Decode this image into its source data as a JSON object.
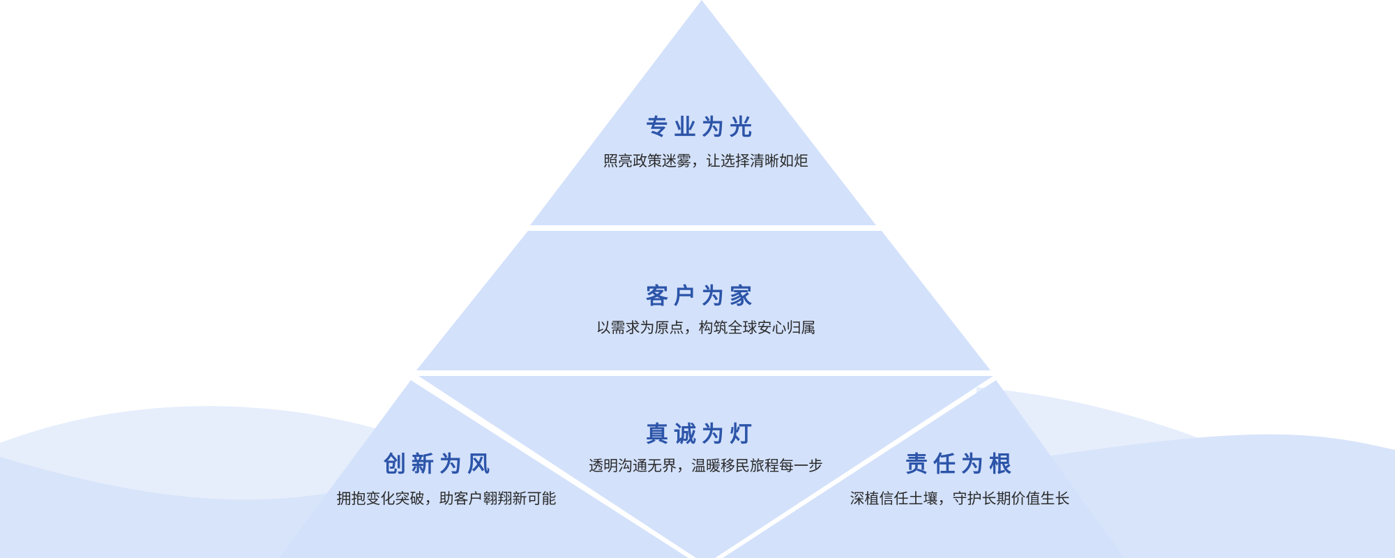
{
  "colors": {
    "segment_fill": "#d3e1fb",
    "wave_light": "#e6eefc",
    "wave_mid": "#d8e4fa",
    "title": "#2c54a8",
    "desc": "#2a2a2a"
  },
  "tiers": {
    "top": {
      "title": "专业为光",
      "desc": "照亮政策迷雾，让选择清晰如炬"
    },
    "middle": {
      "title": "客户为家",
      "desc": "以需求为原点，构筑全球安心归属"
    },
    "bottom_center": {
      "title": "真诚为灯",
      "desc": "透明沟通无界，温暖移民旅程每一步"
    },
    "bottom_left": {
      "title": "创新为风",
      "desc": "拥抱变化突破，助客户翱翔新可能"
    },
    "bottom_right": {
      "title": "责任为根",
      "desc": "深植信任土壤，守护长期价值生长"
    }
  }
}
